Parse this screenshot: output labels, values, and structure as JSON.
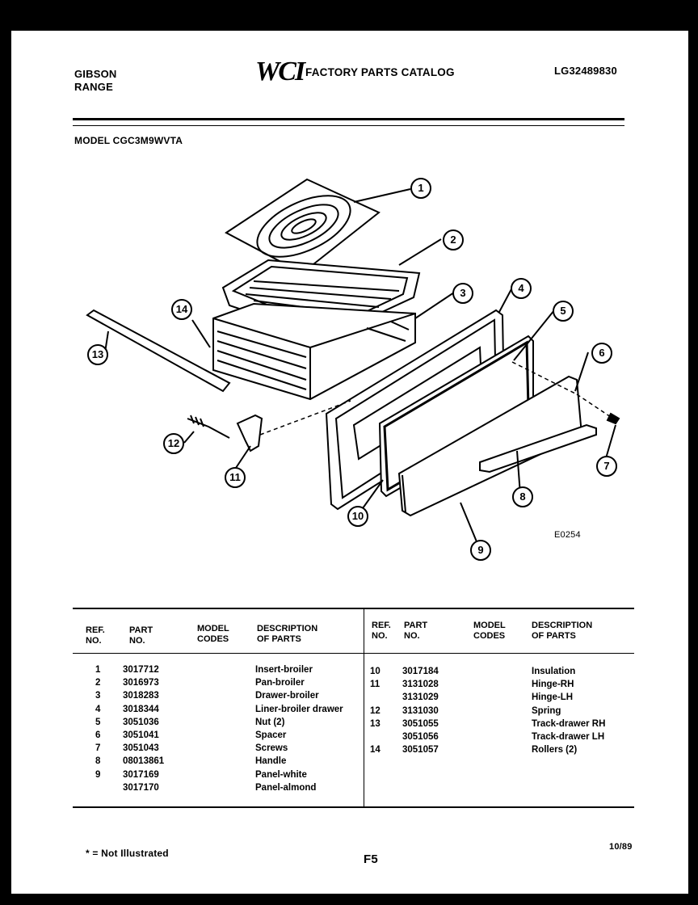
{
  "header": {
    "brand_line1": "GIBSON",
    "brand_line2": "RANGE",
    "logo": "WCI",
    "catalog_title": "FACTORY PARTS CATALOG",
    "catalog_id": "LG32489830",
    "model": "MODEL CGC3M9WVTA"
  },
  "diagram": {
    "figure_code": "E0254",
    "callouts": [
      "1",
      "2",
      "3",
      "4",
      "5",
      "6",
      "7",
      "8",
      "9",
      "10",
      "11",
      "12",
      "13",
      "14"
    ]
  },
  "table": {
    "headers": {
      "ref_line1": "REF.",
      "ref_line2": "NO.",
      "part_line1": "PART",
      "part_line2": "NO.",
      "model_line1": "MODEL",
      "model_line2": "CODES",
      "desc_line1": "DESCRIPTION",
      "desc_line2": "OF PARTS"
    },
    "left_rows": [
      {
        "ref": "1",
        "part": "3017712",
        "desc": "Insert-broiler"
      },
      {
        "ref": "2",
        "part": "3016973",
        "desc": "Pan-broiler"
      },
      {
        "ref": "3",
        "part": "3018283",
        "desc": "Drawer-broiler"
      },
      {
        "ref": "4",
        "part": "3018344",
        "desc": "Liner-broiler drawer"
      },
      {
        "ref": "5",
        "part": "3051036",
        "desc": "Nut   (2)"
      },
      {
        "ref": "6",
        "part": "3051041",
        "desc": "Spacer"
      },
      {
        "ref": "7",
        "part": "3051043",
        "desc": "Screws"
      },
      {
        "ref": "8",
        "part": "08013861",
        "desc": "Handle"
      },
      {
        "ref": "9",
        "part": "3017169",
        "desc": "Panel-white"
      },
      {
        "ref": "",
        "part": "3017170",
        "desc": "Panel-almond"
      }
    ],
    "right_rows": [
      {
        "ref": "10",
        "part": "3017184",
        "desc": "Insulation"
      },
      {
        "ref": "11",
        "part": "3131028",
        "desc": "Hinge-RH"
      },
      {
        "ref": "",
        "part": "3131029",
        "desc": "Hinge-LH"
      },
      {
        "ref": "12",
        "part": "3131030",
        "desc": "Spring"
      },
      {
        "ref": "13",
        "part": "3051055",
        "desc": "Track-drawer RH"
      },
      {
        "ref": "",
        "part": "3051056",
        "desc": "Track-drawer LH"
      },
      {
        "ref": "14",
        "part": "3051057",
        "desc": "Rollers (2)"
      }
    ]
  },
  "footer": {
    "note": "* = Not Illustrated",
    "page": "F5",
    "date": "10/89"
  }
}
